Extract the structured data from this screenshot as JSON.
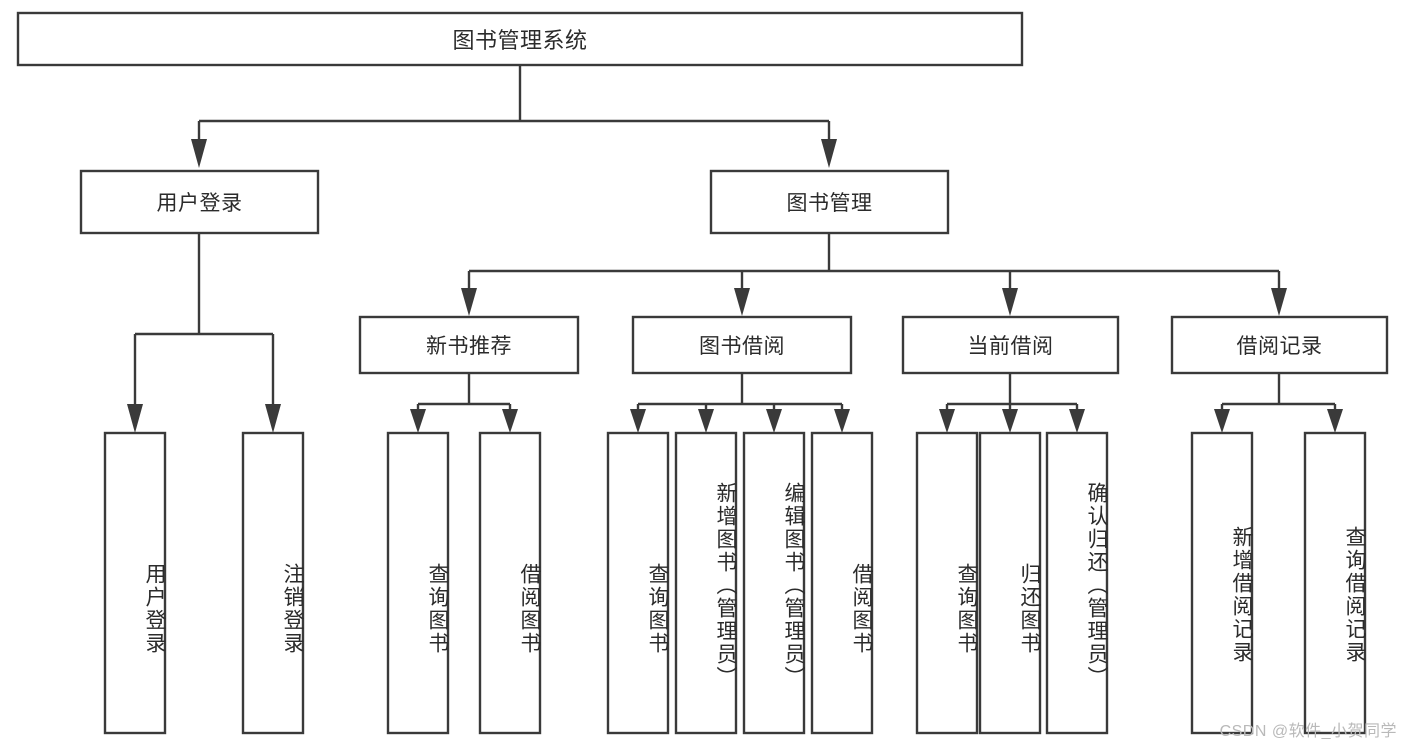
{
  "diagram": {
    "type": "tree-hierarchy-function-structure",
    "title": "图书管理系统",
    "watermark": "CSDN @软件_小贺同学",
    "colors": {
      "box_stroke": "#3a3a3a",
      "box_fill": "#ffffff",
      "text": "#2b2b2b",
      "background": "#ffffff",
      "watermark": "#b9b9b9"
    },
    "levels": {
      "root": {
        "label": "图书管理系统"
      },
      "level2": [
        {
          "label": "用户登录"
        },
        {
          "label": "图书管理"
        }
      ],
      "level3": [
        {
          "label": "新书推荐"
        },
        {
          "label": "图书借阅"
        },
        {
          "label": "当前借阅"
        },
        {
          "label": "借阅记录"
        }
      ],
      "leaves": [
        {
          "label": "用户登录",
          "parent": "用户登录"
        },
        {
          "label": "注销登录",
          "parent": "用户登录"
        },
        {
          "label": "查询图书",
          "parent": "新书推荐"
        },
        {
          "label": "借阅图书",
          "parent": "新书推荐"
        },
        {
          "label": "查询图书",
          "parent": "图书借阅"
        },
        {
          "label": "新增图书（管理员）",
          "parent": "图书借阅"
        },
        {
          "label": "编辑图书（管理员）",
          "parent": "图书借阅"
        },
        {
          "label": "借阅图书",
          "parent": "图书借阅"
        },
        {
          "label": "查询图书",
          "parent": "当前借阅"
        },
        {
          "label": "归还图书",
          "parent": "当前借阅"
        },
        {
          "label": "确认归还（管理员）",
          "parent": "当前借阅"
        },
        {
          "label": "新增借阅记录",
          "parent": "借阅记录"
        },
        {
          "label": "查询借阅记录",
          "parent": "借阅记录"
        }
      ]
    },
    "nodes": {
      "root": "图书管理系统",
      "n_user_login": "用户登录",
      "n_book_mgmt": "图书管理",
      "n_new_book_rec": "新书推荐",
      "n_book_borrow": "图书借阅",
      "n_current_borrow": "当前借阅",
      "n_borrow_record": "借阅记录",
      "leaf_user_login": "用户登录",
      "leaf_logout": "注销登录",
      "leaf_query_book_1": "查询图书",
      "leaf_borrow_book_1": "借阅图书",
      "leaf_query_book_2": "查询图书",
      "leaf_add_book_admin": "新增图书（管理员）",
      "leaf_edit_book_admin": "编辑图书（管理员）",
      "leaf_borrow_book_2": "借阅图书",
      "leaf_query_book_3": "查询图书",
      "leaf_return_book": "归还图书",
      "leaf_confirm_return_admin": "确认归还（管理员）",
      "leaf_add_record": "新增借阅记录",
      "leaf_query_record": "查询借阅记录"
    }
  }
}
